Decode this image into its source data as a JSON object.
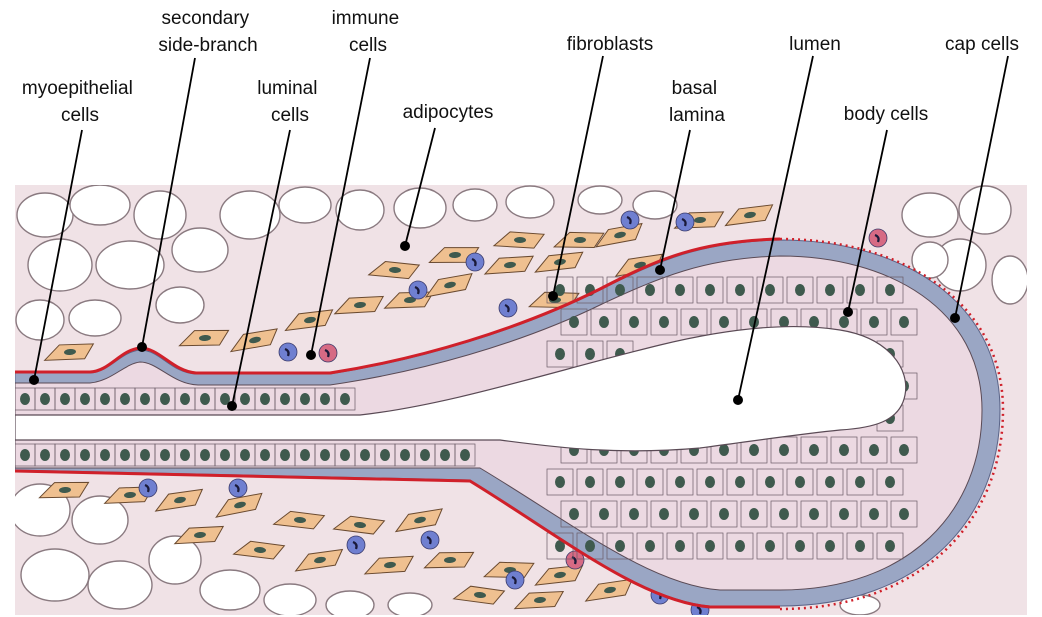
{
  "labels": {
    "myoepithelial": [
      "myoepithelial",
      "cells"
    ],
    "secondary_side_branch": [
      "secondary",
      "side-branch"
    ],
    "luminal": [
      "luminal",
      "cells"
    ],
    "immune": [
      "immune",
      "cells"
    ],
    "adipocytes": [
      "adipocytes"
    ],
    "fibroblasts": [
      "fibroblasts"
    ],
    "basal_lamina": [
      "basal",
      "lamina"
    ],
    "lumen": [
      "lumen"
    ],
    "body_cells": [
      "body cells"
    ],
    "cap_cells": [
      "cap cells"
    ]
  },
  "colors": {
    "stroma": "#f0e2e6",
    "adipocyte_fill": "#ffffff",
    "adipocyte_edge": "#8a7a80",
    "luminal_cell": "#ecd9e2",
    "myoepithelial_layer": "#9aa6c4",
    "basal_lamina": "#d0202a",
    "nucleus": "#3f5a4e",
    "fibroblast": "#efc090",
    "immune_blue": "#6f7fd0",
    "immune_red": "#d66a84"
  }
}
